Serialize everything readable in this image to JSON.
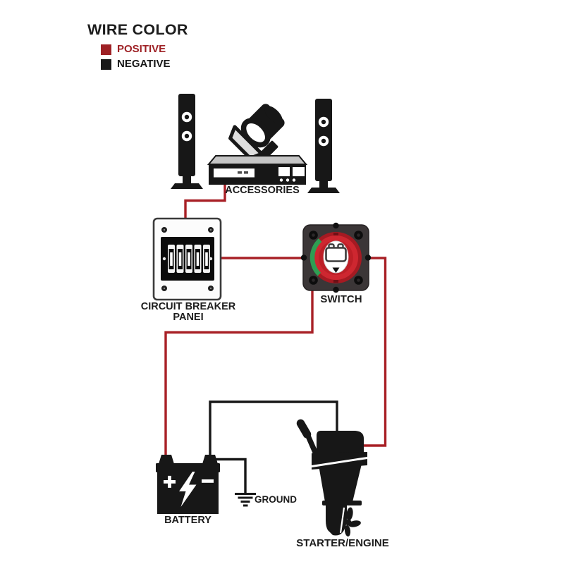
{
  "legend": {
    "title": "WIRE COLOR",
    "items": [
      {
        "label": "POSITIVE",
        "color": "#9e2125",
        "meaning": "positive wire color"
      },
      {
        "label": "NEGATIVE",
        "color": "#181818",
        "meaning": "negative wire color"
      }
    ]
  },
  "colors": {
    "background": "#ffffff",
    "positive_wire": "#a82026",
    "negative_wire": "#171717",
    "ink": "#171717",
    "switch_base": "#3b3637",
    "switch_ring_rim": "#a51a22",
    "switch_ring": "#ce2730",
    "switch_ring_inner": "#bd1f27",
    "switch_green": "#2f9e53",
    "panel_face": "#fcfcfc",
    "panel_border": "#3b3b3b",
    "player_top_gray": "#c6c6c6",
    "bracket_gray": "#dedede"
  },
  "components": {
    "accessories": {
      "label": "ACCESSORIES",
      "items": [
        "tower speaker",
        "stage light",
        "media player",
        "tower speaker"
      ]
    },
    "circuit_breaker_panel": {
      "label_line1": "CIRCUIT BREAKER",
      "label_line2": "PANEI",
      "breaker_count": 5
    },
    "battery_switch": {
      "label": "SWITCH"
    },
    "battery": {
      "label": "BATTERY",
      "positive_sign": "+",
      "negative_sign": "−"
    },
    "ground": {
      "label": "GROUND"
    },
    "engine": {
      "label": "STARTER/ENGINE"
    }
  },
  "connections": [
    {
      "from": "accessories",
      "to": "circuit_breaker_panel",
      "polarity": "positive"
    },
    {
      "from": "circuit_breaker_panel",
      "to": "battery_switch",
      "polarity": "positive"
    },
    {
      "from": "battery_switch",
      "to": "battery_positive_terminal",
      "polarity": "positive"
    },
    {
      "from": "battery_switch",
      "to": "engine",
      "polarity": "positive"
    },
    {
      "from": "battery_negative_terminal",
      "to": "engine",
      "polarity": "negative"
    },
    {
      "from": "battery_negative_terminal",
      "to": "ground",
      "polarity": "negative"
    }
  ]
}
